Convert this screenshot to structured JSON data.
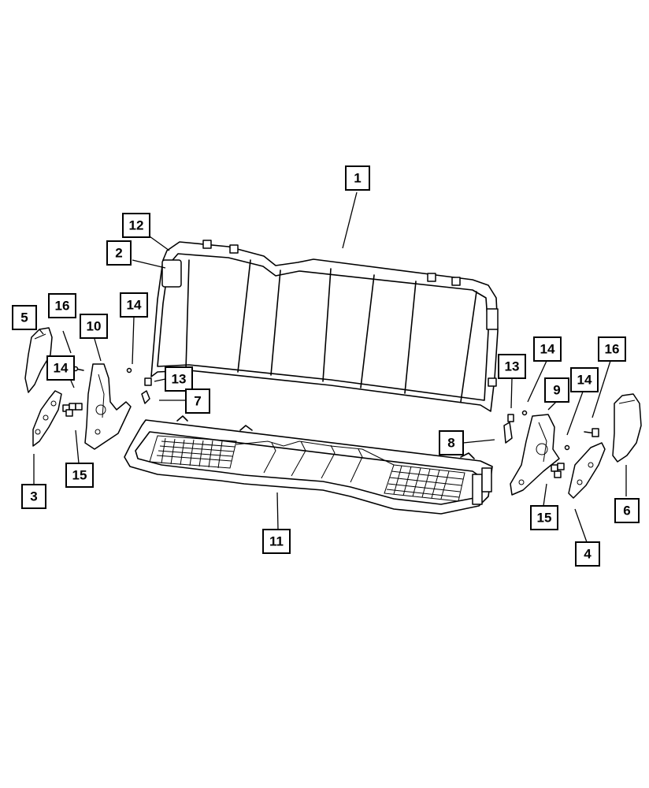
{
  "callouts": [
    {
      "id": "c1",
      "label": "1"
    },
    {
      "id": "c12",
      "label": "12"
    },
    {
      "id": "c2",
      "label": "2"
    },
    {
      "id": "c5",
      "label": "5"
    },
    {
      "id": "c16a",
      "label": "16"
    },
    {
      "id": "c10",
      "label": "10"
    },
    {
      "id": "c14a",
      "label": "14"
    },
    {
      "id": "c14b",
      "label": "14"
    },
    {
      "id": "c13a",
      "label": "13"
    },
    {
      "id": "c7",
      "label": "7"
    },
    {
      "id": "c15a",
      "label": "15"
    },
    {
      "id": "c3",
      "label": "3"
    },
    {
      "id": "c13b",
      "label": "13"
    },
    {
      "id": "c14c",
      "label": "14"
    },
    {
      "id": "c9",
      "label": "9"
    },
    {
      "id": "c14d",
      "label": "14"
    },
    {
      "id": "c16b",
      "label": "16"
    },
    {
      "id": "c8",
      "label": "8"
    },
    {
      "id": "c15b",
      "label": "15"
    },
    {
      "id": "c6",
      "label": "6"
    },
    {
      "id": "c4",
      "label": "4"
    },
    {
      "id": "c11",
      "label": "11"
    }
  ]
}
